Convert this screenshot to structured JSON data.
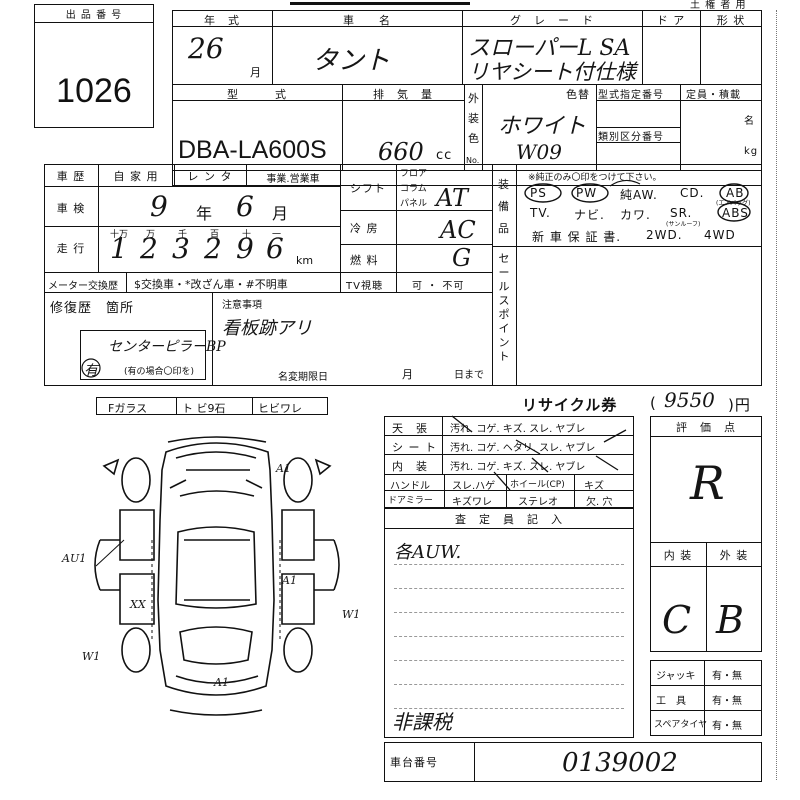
{
  "lot": {
    "label": "出 品 番 号",
    "number": "1026"
  },
  "header_top": {
    "tail": "土 権 者 用"
  },
  "header": {
    "year_label": "年　式",
    "car_label": "車　　名",
    "grade_label": "グ　レ　ー　ド",
    "door_label": "ド ア",
    "shape_label": "形 状",
    "year_value": "26",
    "month_unit": "月",
    "car_name": "タント",
    "grade_line1": "スローパーL SA",
    "grade_line2": "リヤシート付仕様"
  },
  "model": {
    "label": "型　　　式",
    "value": "DBA-LA600S",
    "displacement_label": "排　気　量",
    "displacement_value": "660",
    "cc": "cc"
  },
  "exterior": {
    "label_chars": [
      "外",
      "装",
      "色"
    ],
    "no": "No.",
    "color_change_label": "色替",
    "color": "ホワイト",
    "color_code": "W09",
    "type_number_label": "型式指定番号",
    "class_number_label": "類別区分番号"
  },
  "capacity": {
    "label": "定員・積載",
    "unit1": "名",
    "unit2": "kg"
  },
  "history": {
    "label": "車 歴",
    "opt1": "自 家 用",
    "opt2": "レ ン タ",
    "opt3": "事業.営業車",
    "inspection_label": "車 検",
    "inspection_value": "9",
    "year_unit": "年",
    "inspection_month": "6",
    "month_unit": "月",
    "mileage_label": "走 行",
    "digit_headers": [
      "十万",
      "万",
      "千",
      "百",
      "十",
      "一"
    ],
    "mileage_digits": [
      "1",
      "2",
      "3",
      "2",
      "9",
      "6"
    ],
    "km": "km",
    "meter_label": "メーター交換歴",
    "meter_options": "$交換車・*改ざん車・#不明車"
  },
  "specs": {
    "shift_label": "シフト",
    "shift_opts": [
      "フロア",
      "コラム",
      "パネル"
    ],
    "shift_value": "AT",
    "ac_label": "冷 房",
    "ac_value": "AC",
    "fuel_label": "燃 料",
    "fuel_value": "G",
    "tv_label": "TV視聴",
    "tv_value": "可 ・ 不可"
  },
  "equipment": {
    "label_chars": [
      "装",
      "備",
      "品"
    ],
    "note": "※純正のみ〇印をつけて下さい。",
    "row1": [
      "PS",
      "PW",
      "純AW.",
      "CD.",
      "AB"
    ],
    "ab_note": "(エアバッグ)",
    "row2": [
      "TV.",
      "ナビ.",
      "カワ.",
      "SR.",
      "ABS"
    ],
    "sr_note": "(サンルーフ)",
    "row3": [
      "新 車 保 証 書.",
      "2WD.",
      "4WD"
    ]
  },
  "sales_point": {
    "chars": [
      "セ",
      "ー",
      "ル",
      "ス",
      "ポ",
      "イ",
      "ン",
      "ト"
    ]
  },
  "repair": {
    "label": "修復歴　箇所",
    "value": "センターピラーBP",
    "circle_note": "有",
    "circle_sub": "(有の場合〇印を)",
    "notes_label": "注意事項",
    "notes_value": "看板跡アリ",
    "name_change_label": "名変期限日",
    "month": "月",
    "day": "日まで"
  },
  "glass": {
    "items": [
      "Fガラス",
      "ト ビ9石",
      "ヒビワレ"
    ]
  },
  "recycle": {
    "label": "リサイクル券",
    "value": "9550",
    "unit": ")円",
    "open": "("
  },
  "condition": {
    "rows": [
      {
        "label": "天　張",
        "text": "汚れ. コゲ. キズ. スレ. ヤブレ"
      },
      {
        "label": "シ ー ト",
        "text": "汚れ. コゲ. ヘタリ. スレ. ヤブレ"
      },
      {
        "label": "内　装",
        "text": "汚れ. コゲ. キズ. スレ. ヤブレ"
      }
    ],
    "handle_label": "ハンドル",
    "handle_text": "スレ.ハゲ",
    "wheel_label": "ホイール(CP)",
    "wheel_text": "キズ",
    "mirror_label": "ドアミラー",
    "mirror_text": "キズワレ",
    "stereo_label": "ステレオ",
    "stereo_text": "欠. 穴"
  },
  "inspector": {
    "label": "査　定　員　記　入",
    "note1": "各AUW.",
    "note2": "非課税"
  },
  "score": {
    "label": "評　価　点",
    "value": "R",
    "interior_label": "内 装",
    "exterior_label": "外 装",
    "interior_value": "C",
    "exterior_value": "B"
  },
  "tools": {
    "rows": [
      {
        "label": "ジャッキ",
        "value": "有・無"
      },
      {
        "label": "工　具",
        "value": "有・無"
      },
      {
        "label": "スペアタイヤ",
        "value": "有・無"
      }
    ]
  },
  "chassis": {
    "label": "車台番号",
    "value": "0139002"
  },
  "diagram": {
    "marks": [
      "A1",
      "A1",
      "A1",
      "AU1",
      "W1",
      "W1",
      "XX"
    ]
  }
}
